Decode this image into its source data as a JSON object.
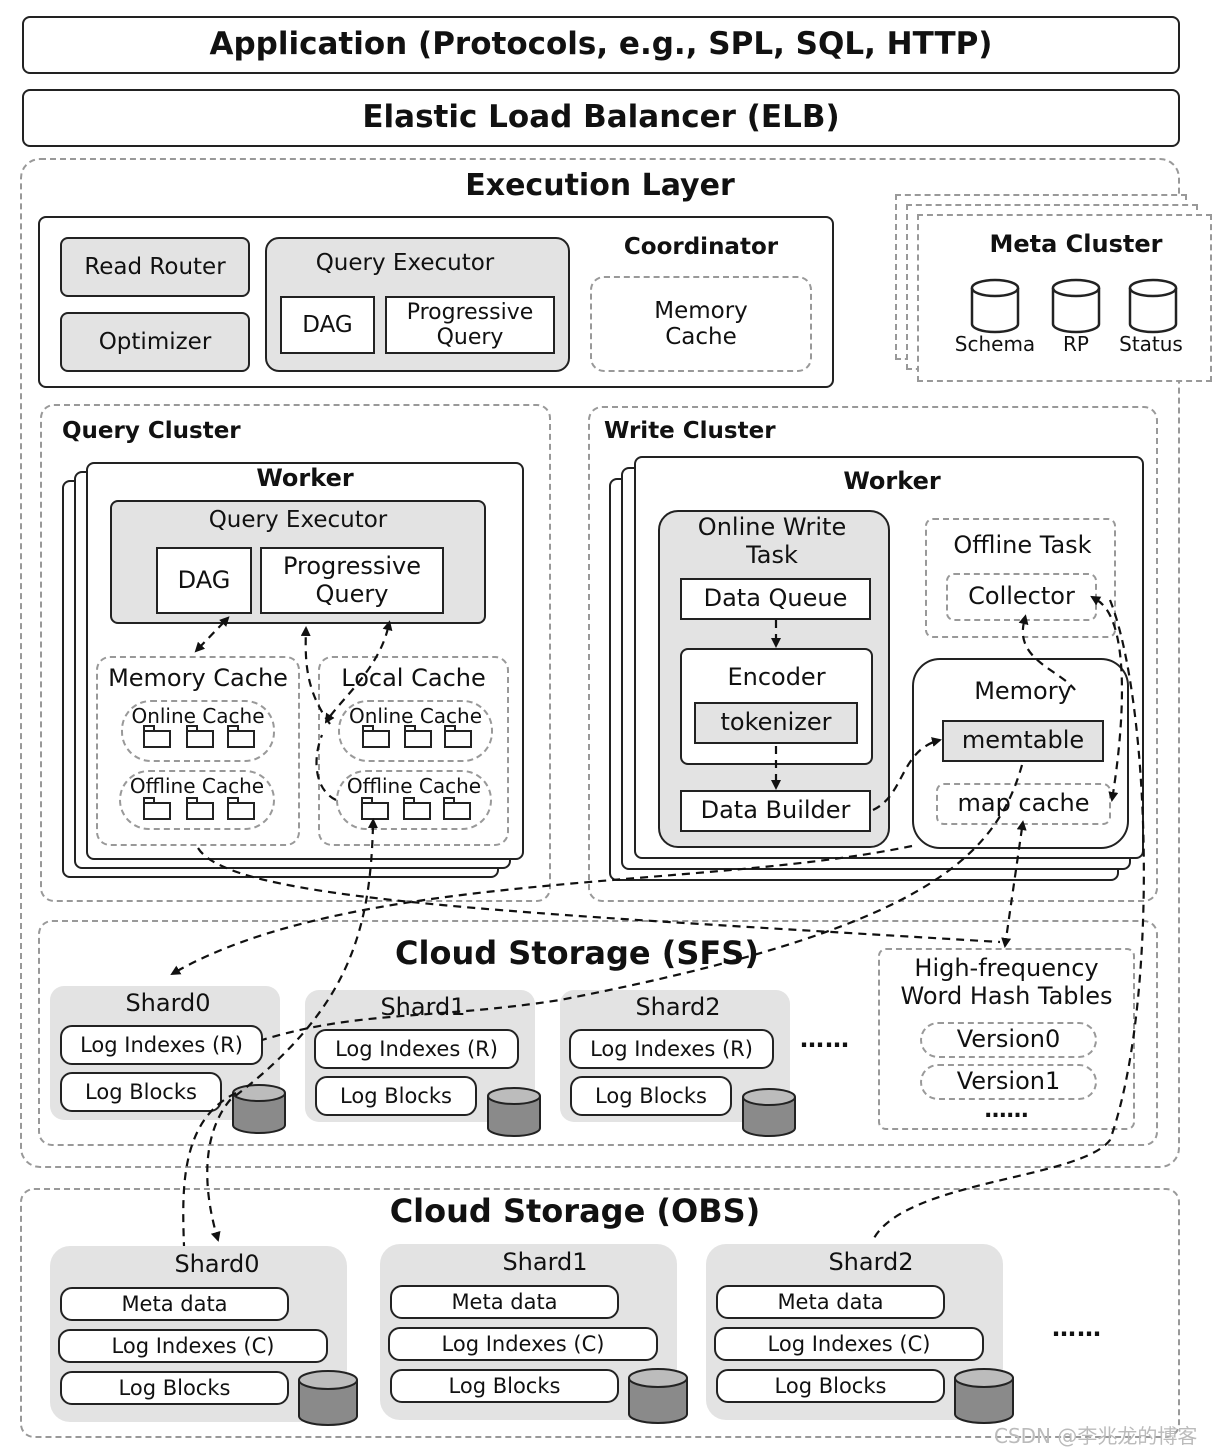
{
  "application": "Application (Protocols, e.g., SPL, SQL, HTTP)",
  "elb": "Elastic Load Balancer (ELB)",
  "execution": {
    "title": "Execution Layer",
    "read_router": "Read Router",
    "optimizer": "Optimizer",
    "query_executor": "Query Executor",
    "dag": "DAG",
    "progressive_query": "Progressive Query",
    "coordinator": "Coordinator",
    "memory_cache": "Memory Cache"
  },
  "meta_cluster": {
    "title": "Meta Cluster",
    "items": [
      "Schema",
      "RP",
      "Status"
    ]
  },
  "query_cluster": {
    "title": "Query Cluster",
    "worker": "Worker",
    "query_executor": "Query Executor",
    "dag": "DAG",
    "progressive_query": "Progressive Query",
    "memory_cache": "Memory Cache",
    "local_cache": "Local Cache",
    "online_cache": "Online Cache",
    "offline_cache": "Offline Cache"
  },
  "write_cluster": {
    "title": "Write Cluster",
    "worker": "Worker",
    "online_write_task": "Online Write Task",
    "data_queue": "Data Queue",
    "encoder": "Encoder",
    "tokenizer": "tokenizer",
    "data_builder": "Data Builder",
    "offline_task": "Offline Task",
    "collector": "Collector",
    "memory": "Memory",
    "memtable": "memtable",
    "map_cache": "map cache"
  },
  "sfs": {
    "title": "Cloud Storage (SFS)",
    "shards": [
      {
        "name": "Shard0",
        "indexes": "Log Indexes (R)",
        "blocks": "Log Blocks"
      },
      {
        "name": "Shard1",
        "indexes": "Log Indexes (R)",
        "blocks": "Log Blocks"
      },
      {
        "name": "Shard2",
        "indexes": "Log Indexes (R)",
        "blocks": "Log Blocks"
      }
    ],
    "ellipsis": "……",
    "hash_tables": {
      "title": "High-frequency Word Hash Tables",
      "versions": [
        "Version0",
        "Version1"
      ],
      "ellipsis": "……"
    }
  },
  "obs": {
    "title": "Cloud Storage (OBS)",
    "shards": [
      {
        "name": "Shard0",
        "meta": "Meta data",
        "indexes": "Log Indexes (C)",
        "blocks": "Log Blocks"
      },
      {
        "name": "Shard1",
        "meta": "Meta data",
        "indexes": "Log Indexes (C)",
        "blocks": "Log Blocks"
      },
      {
        "name": "Shard2",
        "meta": "Meta data",
        "indexes": "Log Indexes (C)",
        "blocks": "Log Blocks"
      }
    ],
    "ellipsis": "……"
  },
  "watermark": "CSDN @李兆龙的博客"
}
